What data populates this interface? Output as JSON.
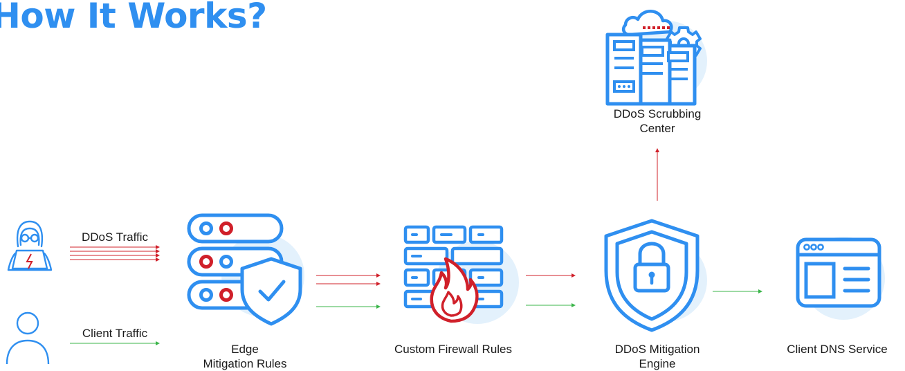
{
  "title": "How It Works?",
  "nodes": {
    "ddos_traffic": "DDoS Traffic",
    "client_traffic": "Client Traffic",
    "edge_line1": "Edge",
    "edge_line2": "Mitigation Rules",
    "firewall": "Custom Firewall Rules",
    "engine_line1": "DDoS Mitigation",
    "engine_line2": "Engine",
    "dns": "Client DNS Service",
    "scrubbing_line1": "DDoS Scrubbing",
    "scrubbing_line2": "Center"
  },
  "colors": {
    "accent": "#2f8ff0",
    "attack": "#d0202a",
    "clean": "#3bb54a",
    "halo": "#e3f1fc"
  },
  "icons": [
    "hacker-icon",
    "user-icon",
    "server-shield-icon",
    "firewall-icon",
    "shield-lock-icon",
    "browser-window-icon",
    "data-center-icon"
  ]
}
